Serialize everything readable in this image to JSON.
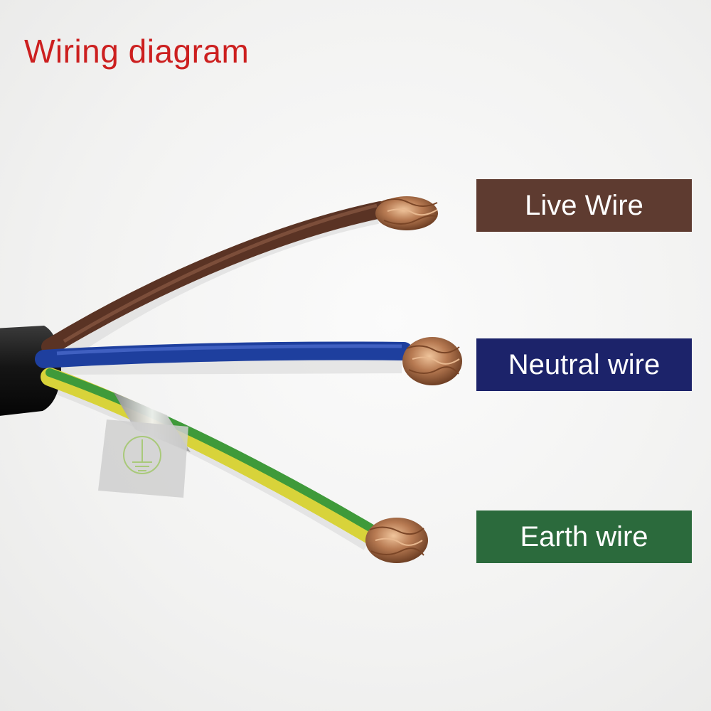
{
  "title": "Wiring diagram",
  "labels": {
    "live": "Live Wire",
    "neutral": "Neutral wire",
    "earth": "Earth wire"
  },
  "colors": {
    "title": "#cc1f1f",
    "live_label_bg": "#5e3b30",
    "neutral_label_bg": "#1c236a",
    "earth_label_bg": "#2b6a3c",
    "live_wire": "#5a3324",
    "neutral_wire": "#1e3f9e",
    "earth_wire_green": "#3f9a3a",
    "earth_wire_yellow": "#d8d33a",
    "cable_jacket": "#141414",
    "copper": "#b77a52"
  }
}
